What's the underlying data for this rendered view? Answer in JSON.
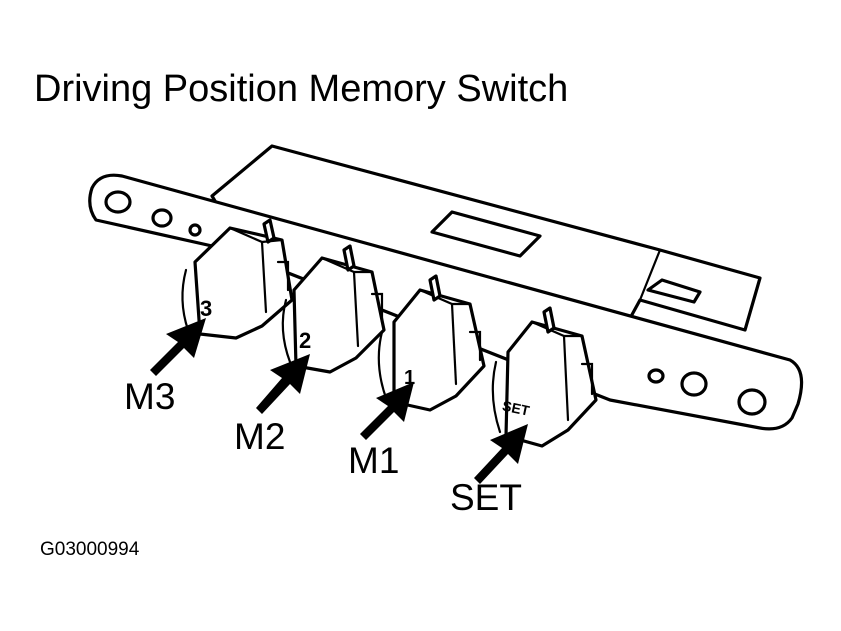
{
  "diagram": {
    "title": "Driving Position Memory Switch",
    "buttons": [
      {
        "key": "m3",
        "face_label": "3",
        "callout": "M3"
      },
      {
        "key": "m2",
        "face_label": "2",
        "callout": "M2"
      },
      {
        "key": "m1",
        "face_label": "1",
        "callout": "M1"
      },
      {
        "key": "set",
        "face_label": "SET",
        "callout": "SET"
      }
    ],
    "figure_code": "G03000994"
  }
}
